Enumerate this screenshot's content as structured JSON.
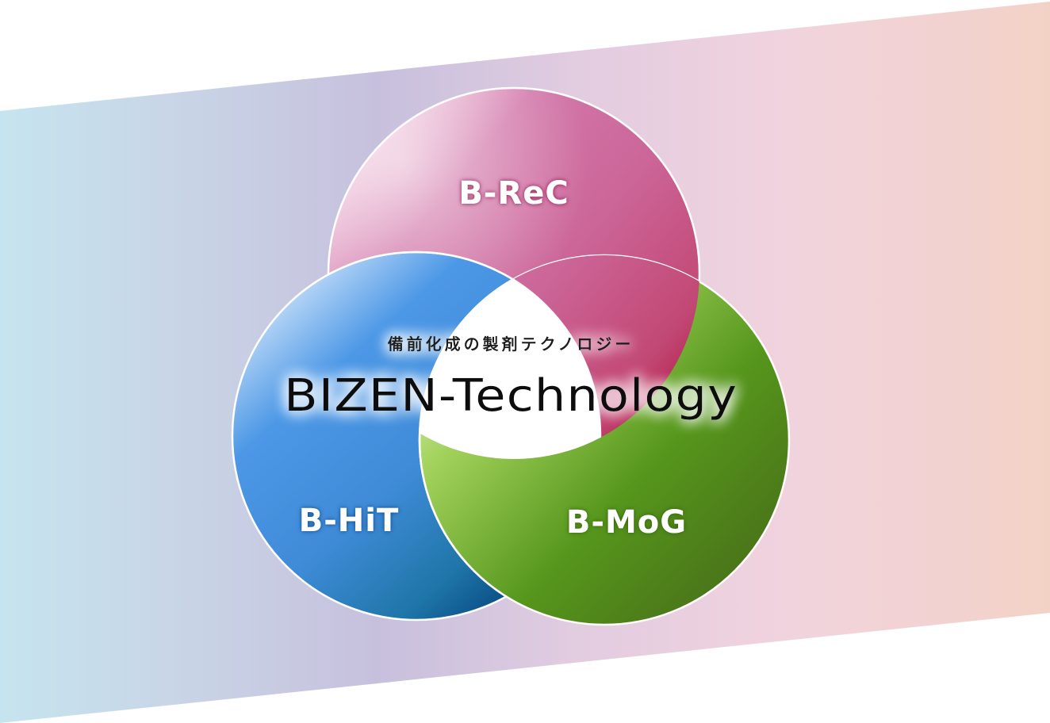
{
  "diagram": {
    "type": "venn",
    "subtitle": "備前化成の製剤テクノロジー",
    "title": "BIZEN-Technology",
    "band": {
      "gradient_colors": [
        "#c6e4ef",
        "#c8c9e0",
        "#c7c0dd",
        "#e4cde0",
        "#f1d3de",
        "#f3d2c6"
      ]
    },
    "circles": [
      {
        "id": "rec",
        "label": "B-ReC",
        "color_light": "#eec6dc",
        "color_mid": "#cc6aa0",
        "color_dark": "#b51f4d"
      },
      {
        "id": "hit",
        "label": "B-HiT",
        "color_light": "#b8d8f6",
        "color_mid": "#4a96e4",
        "color_dark": "#003f7a"
      },
      {
        "id": "mog",
        "label": "B-MoG",
        "color_light": "#c6e69a",
        "color_mid": "#8ecb4f",
        "color_dark": "#4a6e1a"
      }
    ],
    "center_color": "#ffffff",
    "outline_color": "#ffffff"
  }
}
